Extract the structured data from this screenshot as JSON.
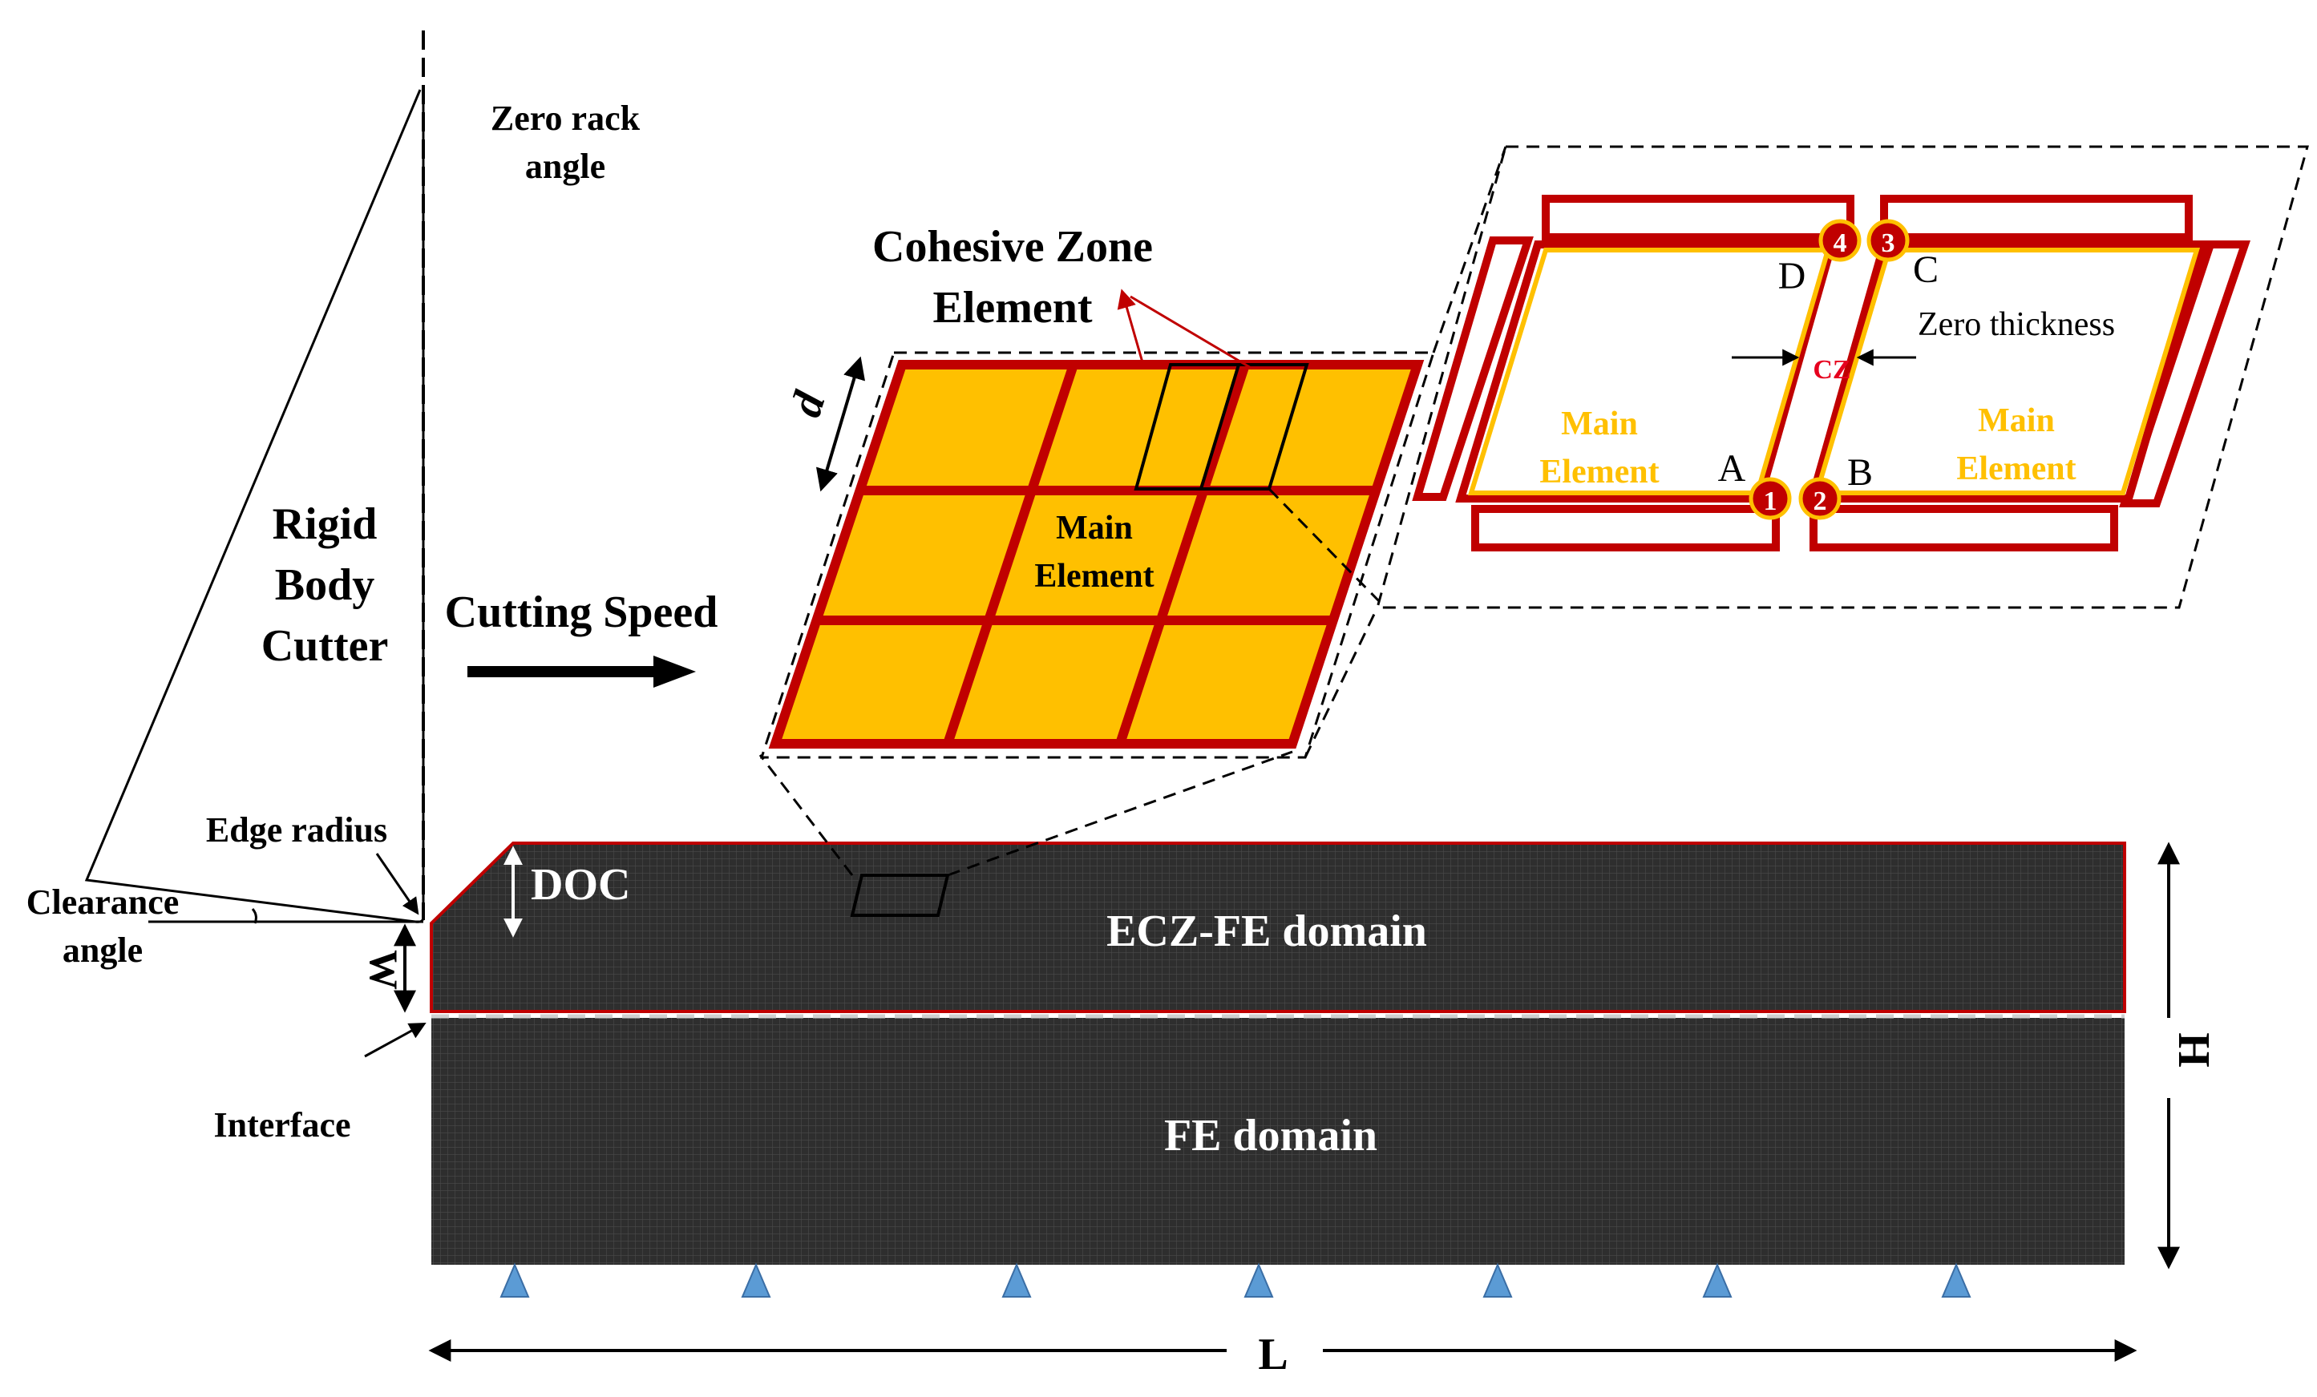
{
  "cutter": {
    "title_line1": "Rigid",
    "title_line2": "Body",
    "title_line3": "Cutter",
    "rake_line1": "Zero rack",
    "rake_line2": "angle",
    "edge_radius": "Edge radius",
    "clearance_line1": "Clearance",
    "clearance_line2": "angle"
  },
  "cutting_speed": "Cutting Speed",
  "czm": {
    "title_line1": "Cohesive Zone",
    "title_line2": "Element",
    "main_line1": "Main",
    "main_line2": "Element",
    "d_label": "d"
  },
  "zoom": {
    "zero_thickness": "Zero thickness",
    "cz": "CZ",
    "main_left_line1": "Main",
    "main_left_line2": "Element",
    "main_right_line1": "Main",
    "main_right_line2": "Element",
    "corner_a": "A",
    "corner_b": "B",
    "corner_c": "C",
    "corner_d": "D",
    "node_1": "1",
    "node_2": "2",
    "node_3": "3",
    "node_4": "4"
  },
  "domain": {
    "doc": "DOC",
    "w": "W",
    "ecz": "ECZ-FE domain",
    "fe": "FE domain",
    "interface": "Interface",
    "h": "H",
    "l": "L",
    "support_count": 7
  },
  "colors": {
    "element_fill": "#FFC000",
    "element_border": "#C00000",
    "domain_fill": "#2E2E2E",
    "support": "#5B9BD5"
  }
}
